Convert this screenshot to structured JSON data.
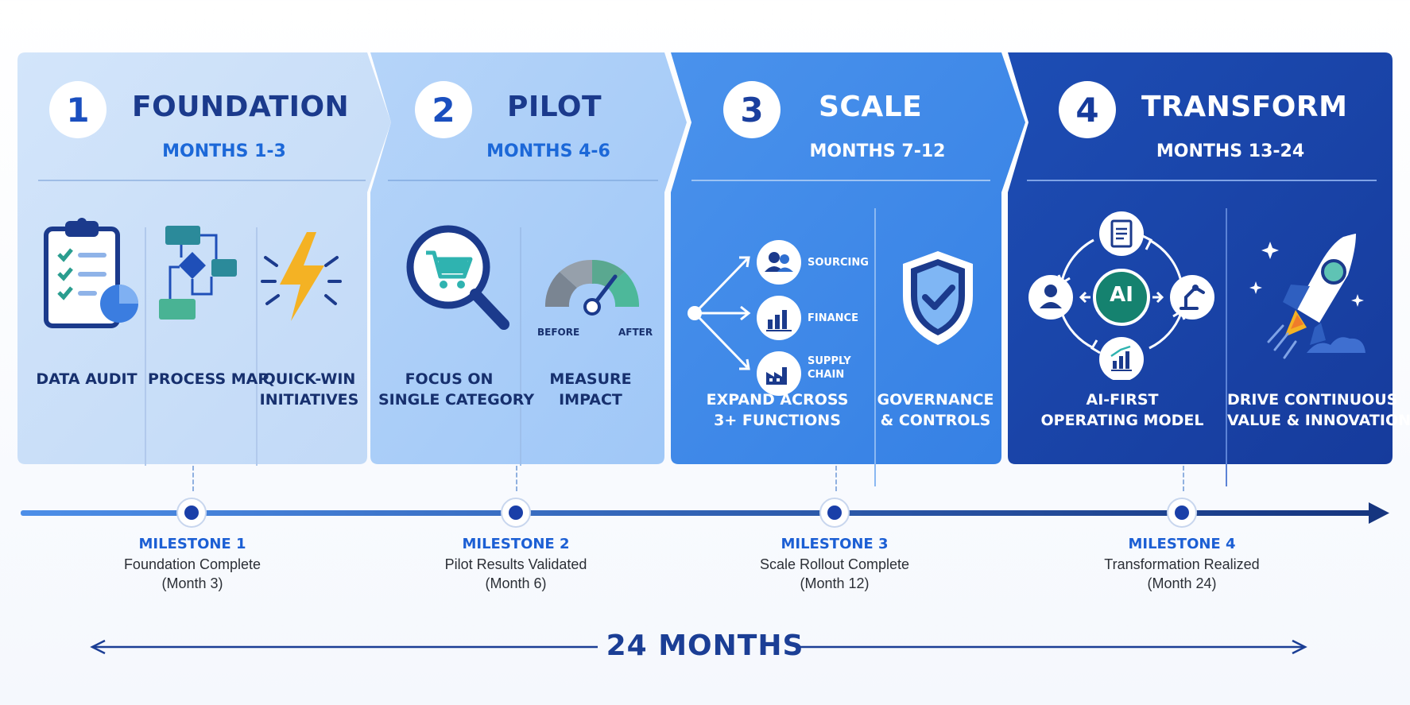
{
  "phases": [
    {
      "number": "1",
      "title": "FOUNDATION",
      "months": "MONTHS 1-3",
      "items": [
        {
          "lines": [
            "DATA AUDIT"
          ],
          "icon": "clipboard-chart-icon"
        },
        {
          "lines": [
            "PROCESS MAP"
          ],
          "icon": "flowchart-icon"
        },
        {
          "lines": [
            "QUICK-WIN",
            "INITIATIVES"
          ],
          "icon": "lightning-bolt-icon"
        }
      ]
    },
    {
      "number": "2",
      "title": "PILOT",
      "months": "MONTHS 4-6",
      "items": [
        {
          "lines": [
            "FOCUS ON",
            "SINGLE CATEGORY"
          ],
          "icon": "magnifier-cart-icon"
        },
        {
          "lines": [
            "MEASURE",
            "IMPACT"
          ],
          "icon": "gauge-icon",
          "gauge_labels": [
            "BEFORE",
            "AFTER"
          ]
        }
      ]
    },
    {
      "number": "3",
      "title": "SCALE",
      "months": "MONTHS 7-12",
      "items": [
        {
          "lines": [
            "EXPAND ACROSS",
            "3+ FUNCTIONS"
          ],
          "icon": "branch-arrows-icon",
          "functions": [
            {
              "lines": [
                "SOURCING"
              ],
              "icon": "people-icon"
            },
            {
              "lines": [
                "FINANCE"
              ],
              "icon": "bar-chart-icon"
            },
            {
              "lines": [
                "SUPPLY",
                "CHAIN"
              ],
              "icon": "factory-icon"
            }
          ]
        },
        {
          "lines": [
            "GOVERNANCE",
            "& CONTROLS"
          ],
          "icon": "shield-check-icon"
        }
      ]
    },
    {
      "number": "4",
      "title": "TRANSFORM",
      "months": "MONTHS 13-24",
      "items": [
        {
          "lines": [
            "AI-FIRST",
            "OPERATING MODEL"
          ],
          "icon": "ai-cycle-icon",
          "center_label": "AI"
        },
        {
          "lines": [
            "DRIVE CONTINUOUS",
            "VALUE & INNOVATION"
          ],
          "icon": "rocket-icon"
        }
      ]
    }
  ],
  "milestones": [
    {
      "title": "MILESTONE 1",
      "desc": "Foundation Complete",
      "when": "(Month 3)"
    },
    {
      "title": "MILESTONE 2",
      "desc": "Pilot Results Validated",
      "when": "(Month 6)"
    },
    {
      "title": "MILESTONE 3",
      "desc": "Scale Rollout Complete",
      "when": "(Month 12)"
    },
    {
      "title": "MILESTONE 4",
      "desc": "Transformation Realized",
      "when": "(Month 24)"
    }
  ],
  "duration": "24 MONTHS",
  "colors": {
    "phase1_bg": "#c9def8",
    "phase2_bg": "#a9cdf8",
    "phase3_bg": "#3f8ae8",
    "phase4_bg": "#1a43a6",
    "dark_text": "#1b3a8c",
    "accent_text": "#1c68d8",
    "timeline": "#1a3fa8"
  }
}
